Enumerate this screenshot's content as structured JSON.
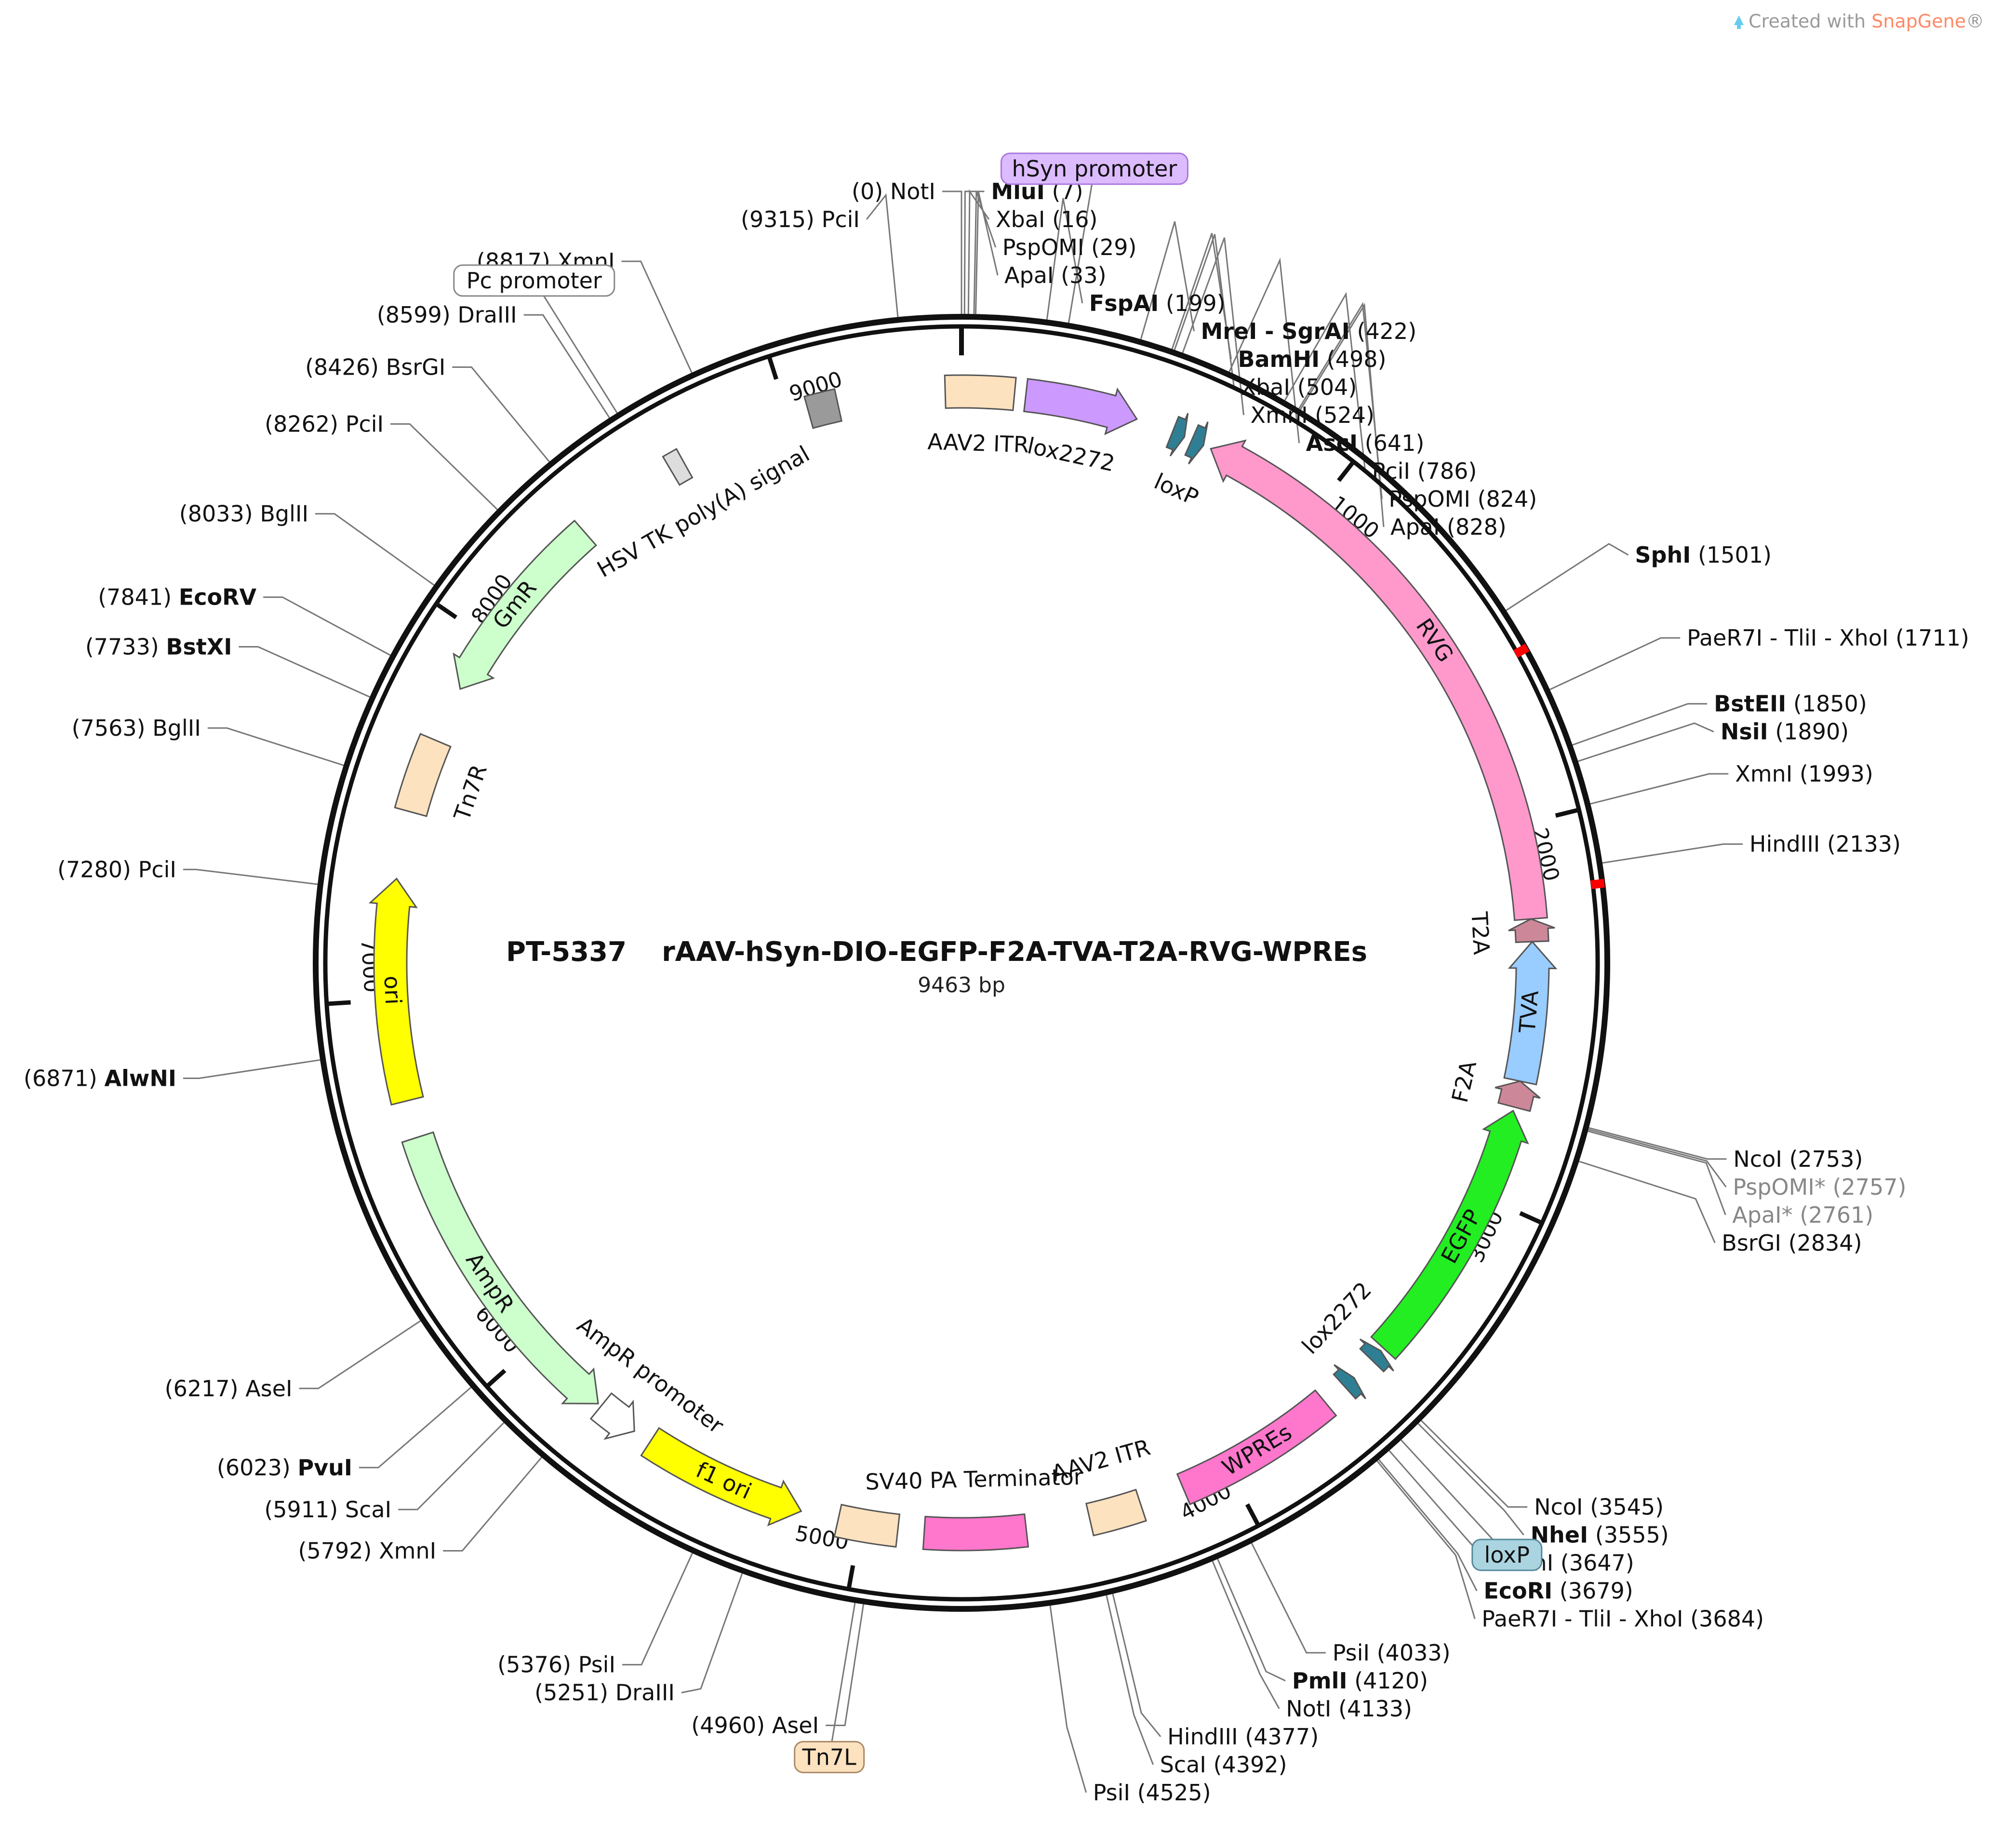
{
  "plasmid": {
    "id": "PT-5337",
    "name": "rAAV-hSyn-DIO-EGFP-F2A-TVA-T2A-RVG-WPREs",
    "length_label": "9463 bp",
    "length": 9463
  },
  "watermark": {
    "prefix": "Created with ",
    "brand": "SnapGene",
    "suffix": "®"
  },
  "ticks": [
    {
      "pos": 1000,
      "label": "1000"
    },
    {
      "pos": 2000,
      "label": "2000"
    },
    {
      "pos": 3000,
      "label": "3000"
    },
    {
      "pos": 4000,
      "label": "4000"
    },
    {
      "pos": 5000,
      "label": "5000"
    },
    {
      "pos": 6000,
      "label": "6000"
    },
    {
      "pos": 7000,
      "label": "7000"
    },
    {
      "pos": 8000,
      "label": "8000"
    },
    {
      "pos": 9000,
      "label": "9000"
    }
  ],
  "features": [
    {
      "name": "AAV2 ITR",
      "start": 9420,
      "end": 140,
      "strand": 0,
      "color": "#fde2c0",
      "label": "AAV2 ITR"
    },
    {
      "name": "hSyn promoter",
      "start": 170,
      "end": 470,
      "strand": 1,
      "color": "#cc99ff",
      "label": "lox2272"
    },
    {
      "name": "lox2272",
      "start": 570,
      "end": 604,
      "strand": 1,
      "color": "#2f7f94",
      "label": ""
    },
    {
      "name": "loxP",
      "start": 625,
      "end": 659,
      "strand": 1,
      "color": "#2f7f94",
      "label": "loxP"
    },
    {
      "name": "RVG",
      "start": 680,
      "end": 2250,
      "strand": -1,
      "color": "#ff99cc",
      "label": "RVG"
    },
    {
      "name": "T2A",
      "start": 2250,
      "end": 2310,
      "strand": -1,
      "color": "#cc8899",
      "label": "T2A"
    },
    {
      "name": "TVA",
      "start": 2310,
      "end": 2680,
      "strand": -1,
      "color": "#99ccff",
      "label": "TVA"
    },
    {
      "name": "F2A",
      "start": 2680,
      "end": 2750,
      "strand": -1,
      "color": "#cc8899",
      "label": "F2A"
    },
    {
      "name": "EGFP",
      "start": 2760,
      "end": 3480,
      "strand": -1,
      "color": "#22ee22",
      "label": "EGFP"
    },
    {
      "name": "lox2272-2",
      "start": 3490,
      "end": 3524,
      "strand": -1,
      "color": "#2f7f94",
      "label": "lox2272"
    },
    {
      "name": "loxP-2",
      "start": 3590,
      "end": 3624,
      "strand": -1,
      "color": "#2f7f94",
      "label": ""
    },
    {
      "name": "WPREs",
      "start": 3690,
      "end": 4130,
      "strand": 0,
      "color": "#ff77cc",
      "label": "WPREs"
    },
    {
      "name": "AAV2 ITR-2",
      "start": 4250,
      "end": 4390,
      "strand": 0,
      "color": "#fde2c0",
      "label": "AAV2 ITR"
    },
    {
      "name": "SV40 PA Terminator",
      "start": 4560,
      "end": 4830,
      "strand": 0,
      "color": "#ff77cc",
      "label": "SV40 PA Terminator"
    },
    {
      "name": "Tn7L",
      "start": 4900,
      "end": 5060,
      "strand": 0,
      "color": "#fde2c0",
      "label": ""
    },
    {
      "name": "f1 ori",
      "start": 5160,
      "end": 5600,
      "strand": -1,
      "color": "#ffff00",
      "label": "f1 ori"
    },
    {
      "name": "AmpR promoter",
      "start": 5650,
      "end": 5760,
      "strand": -1,
      "color": "#ffffff",
      "label": "AmpR promoter"
    },
    {
      "name": "AmpR",
      "start": 5770,
      "end": 6630,
      "strand": -1,
      "color": "#ccffcc",
      "label": "AmpR"
    },
    {
      "name": "ori",
      "start": 6730,
      "end": 7320,
      "strand": 1,
      "color": "#ffff00",
      "label": "ori"
    },
    {
      "name": "Tn7R",
      "start": 7500,
      "end": 7700,
      "strand": 0,
      "color": "#fde2c0",
      "label": "Tn7R"
    },
    {
      "name": "GmR",
      "start": 7850,
      "end": 8380,
      "strand": -1,
      "color": "#ccffcc",
      "label": "GmR"
    },
    {
      "name": "HSV TK poly(A) signal",
      "start": 8660,
      "end": 8700,
      "strand": 0,
      "color": "#dddddd",
      "label": "HSV TK poly(A) signal"
    },
    {
      "name": "HSV TK block",
      "start": 9055,
      "end": 9135,
      "strand": 0,
      "color": "#9a9a9a",
      "label": ""
    }
  ],
  "red_marks": [
    1600,
    2180
  ],
  "sites": [
    {
      "pos": "(0)",
      "name": "NotI",
      "bold": false,
      "side": "left",
      "base": 0
    },
    {
      "pos": "(9315)",
      "name": "PciI",
      "bold": false,
      "side": "left",
      "base": 9315
    },
    {
      "pos": "(7)",
      "name": "MluI",
      "bold": true,
      "side": "right",
      "base": 7
    },
    {
      "pos": "(16)",
      "name": "XbaI",
      "bold": false,
      "side": "right",
      "base": 16
    },
    {
      "pos": "(29)",
      "name": "PspOMI",
      "bold": false,
      "side": "right",
      "base": 29
    },
    {
      "pos": "(33)",
      "name": "ApaI",
      "bold": false,
      "side": "right",
      "base": 33
    },
    {
      "pos": "(199)",
      "name": "FspAI",
      "bold": true,
      "side": "right",
      "base": 199
    },
    {
      "pos": "(422)",
      "name": "MreI - SgrAI",
      "bold": true,
      "side": "right",
      "base": 422
    },
    {
      "pos": "(498)",
      "name": "BamHI",
      "bold": true,
      "side": "right",
      "base": 498
    },
    {
      "pos": "(504)",
      "name": "XbaI",
      "bold": false,
      "side": "right",
      "base": 504
    },
    {
      "pos": "(524)",
      "name": "XmnI",
      "bold": false,
      "side": "right",
      "base": 524
    },
    {
      "pos": "(641)",
      "name": "AscI",
      "bold": true,
      "side": "right",
      "base": 641
    },
    {
      "pos": "(786)",
      "name": "PciI",
      "bold": false,
      "side": "right",
      "base": 786
    },
    {
      "pos": "(824)",
      "name": "PspOMI",
      "bold": false,
      "side": "right",
      "base": 824
    },
    {
      "pos": "(828)",
      "name": "ApaI",
      "bold": false,
      "side": "right",
      "base": 828
    },
    {
      "pos": "(1501)",
      "name": "SphI",
      "bold": true,
      "side": "right",
      "base": 1501
    },
    {
      "pos": "(1711)",
      "name": "PaeR7I - TliI - XhoI",
      "bold": false,
      "side": "right",
      "base": 1711
    },
    {
      "pos": "(1850)",
      "name": "BstEII",
      "bold": true,
      "side": "right",
      "base": 1850
    },
    {
      "pos": "(1890)",
      "name": "NsiI",
      "bold": true,
      "side": "right",
      "base": 1890
    },
    {
      "pos": "(1993)",
      "name": "XmnI",
      "bold": false,
      "side": "right",
      "base": 1993
    },
    {
      "pos": "(2133)",
      "name": "HindIII",
      "bold": false,
      "side": "right",
      "base": 2133
    },
    {
      "pos": "(2753)",
      "name": "NcoI",
      "bold": false,
      "side": "right",
      "base": 2753
    },
    {
      "pos": "(2757)",
      "name": "PspOMI*",
      "bold": false,
      "gray": true,
      "side": "right",
      "base": 2757
    },
    {
      "pos": "(2761)",
      "name": "ApaI*",
      "bold": false,
      "gray": true,
      "side": "right",
      "base": 2761
    },
    {
      "pos": "(2834)",
      "name": "BsrGI",
      "bold": false,
      "side": "right",
      "base": 2834
    },
    {
      "pos": "(3545)",
      "name": "NcoI",
      "bold": false,
      "side": "right",
      "base": 3545
    },
    {
      "pos": "(3555)",
      "name": "NheI",
      "bold": true,
      "side": "right",
      "base": 3555
    },
    {
      "pos": "(3647)",
      "name": "XmnI",
      "bold": false,
      "side": "right",
      "base": 3647
    },
    {
      "pos": "(3679)",
      "name": "EcoRI",
      "bold": true,
      "side": "right",
      "base": 3679
    },
    {
      "pos": "(3684)",
      "name": "PaeR7I - TliI - XhoI",
      "bold": false,
      "side": "right",
      "base": 3684
    },
    {
      "pos": "(4033)",
      "name": "PsiI",
      "bold": false,
      "side": "right",
      "base": 4033
    },
    {
      "pos": "(4120)",
      "name": "PmlI",
      "bold": true,
      "side": "right",
      "base": 4120
    },
    {
      "pos": "(4133)",
      "name": "NotI",
      "bold": false,
      "side": "right",
      "base": 4133
    },
    {
      "pos": "(4377)",
      "name": "HindIII",
      "bold": false,
      "side": "right",
      "base": 4377
    },
    {
      "pos": "(4392)",
      "name": "ScaI",
      "bold": false,
      "side": "right",
      "base": 4392
    },
    {
      "pos": "(4525)",
      "name": "PsiI",
      "bold": false,
      "side": "right",
      "base": 4525
    },
    {
      "pos": "(4960)",
      "name": "AseI",
      "bold": false,
      "side": "left",
      "base": 4960
    },
    {
      "pos": "(5251)",
      "name": "DraIII",
      "bold": false,
      "side": "left",
      "base": 5251
    },
    {
      "pos": "(5376)",
      "name": "PsiI",
      "bold": false,
      "side": "left",
      "base": 5376
    },
    {
      "pos": "(5792)",
      "name": "XmnI",
      "bold": false,
      "side": "left",
      "base": 5792
    },
    {
      "pos": "(5911)",
      "name": "ScaI",
      "bold": false,
      "side": "left",
      "base": 5911
    },
    {
      "pos": "(6023)",
      "name": "PvuI",
      "bold": true,
      "side": "left",
      "base": 6023
    },
    {
      "pos": "(6217)",
      "name": "AseI",
      "bold": false,
      "side": "left",
      "base": 6217
    },
    {
      "pos": "(6871)",
      "name": "AlwNI",
      "bold": true,
      "side": "left",
      "base": 6871
    },
    {
      "pos": "(7280)",
      "name": "PciI",
      "bold": false,
      "side": "left",
      "base": 7280
    },
    {
      "pos": "(7563)",
      "name": "BglII",
      "bold": false,
      "side": "left",
      "base": 7563
    },
    {
      "pos": "(7733)",
      "name": "BstXI",
      "bold": true,
      "side": "left",
      "base": 7733
    },
    {
      "pos": "(7841)",
      "name": "EcoRV",
      "bold": true,
      "side": "left",
      "base": 7841
    },
    {
      "pos": "(8033)",
      "name": "BglII",
      "bold": false,
      "side": "left",
      "base": 8033
    },
    {
      "pos": "(8262)",
      "name": "PciI",
      "bold": false,
      "side": "left",
      "base": 8262
    },
    {
      "pos": "(8426)",
      "name": "BsrGI",
      "bold": false,
      "side": "left",
      "base": 8426
    },
    {
      "pos": "(8599)",
      "name": "DraIII",
      "bold": false,
      "side": "left",
      "base": 8599
    },
    {
      "pos": "(8817)",
      "name": "XmnI",
      "bold": false,
      "side": "left",
      "base": 8817
    }
  ],
  "boxed_labels": [
    {
      "text": "hSyn promoter",
      "fill": "#ddbbff",
      "stroke": "#aa77dd",
      "base": 250
    },
    {
      "text": "Pc promoter",
      "fill": "#ffffff",
      "stroke": "#888888",
      "base": 8620
    },
    {
      "text": "loxP",
      "fill": "#aad4e0",
      "stroke": "#558899",
      "base": 3610
    },
    {
      "text": "Tn7L",
      "fill": "#fde2c0",
      "stroke": "#aa8866",
      "base": 4980
    }
  ]
}
